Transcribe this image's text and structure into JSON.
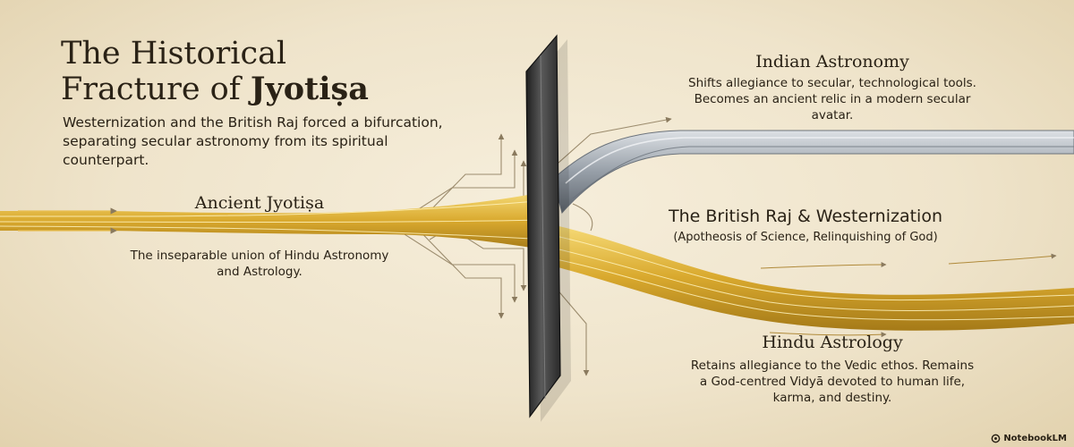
{
  "title": {
    "line1": "The Historical",
    "line2_prefix": "Fracture of ",
    "line2_bold": "Jyotiṣa"
  },
  "subtitle": "Westernization and the British Raj forced a bifurcation, separating secular astronomy from its spiritual counterpart.",
  "nodes": {
    "ancient": {
      "heading": "Ancient Jyotiṣa",
      "description": "The inseparable union of Hindu Astronomy and Astrology."
    },
    "divider": {
      "heading": "The British Raj & Westernization",
      "description": "(Apotheosis of Science, Relinquishing of God)"
    },
    "astronomy": {
      "heading": "Indian Astronomy",
      "description": "Shifts allegiance to secular, technological tools. Becomes an ancient relic in a modern secular avatar."
    },
    "astrology": {
      "heading": "Hindu Astrology",
      "description": "Retains allegiance to the Vedic ethos. Remains a God-centred Vidyā devoted to human life, karma, and destiny."
    }
  },
  "colors": {
    "gold": "#d9a92e",
    "silver": "#8c949c",
    "barrier": "#3a3a3a",
    "ink": "#2a2216",
    "background": "#efe4cb"
  },
  "icons": {
    "barrier": "dark-barrier-slab",
    "brand": "notebooklm-logo-icon"
  },
  "brand": "NotebookLM"
}
